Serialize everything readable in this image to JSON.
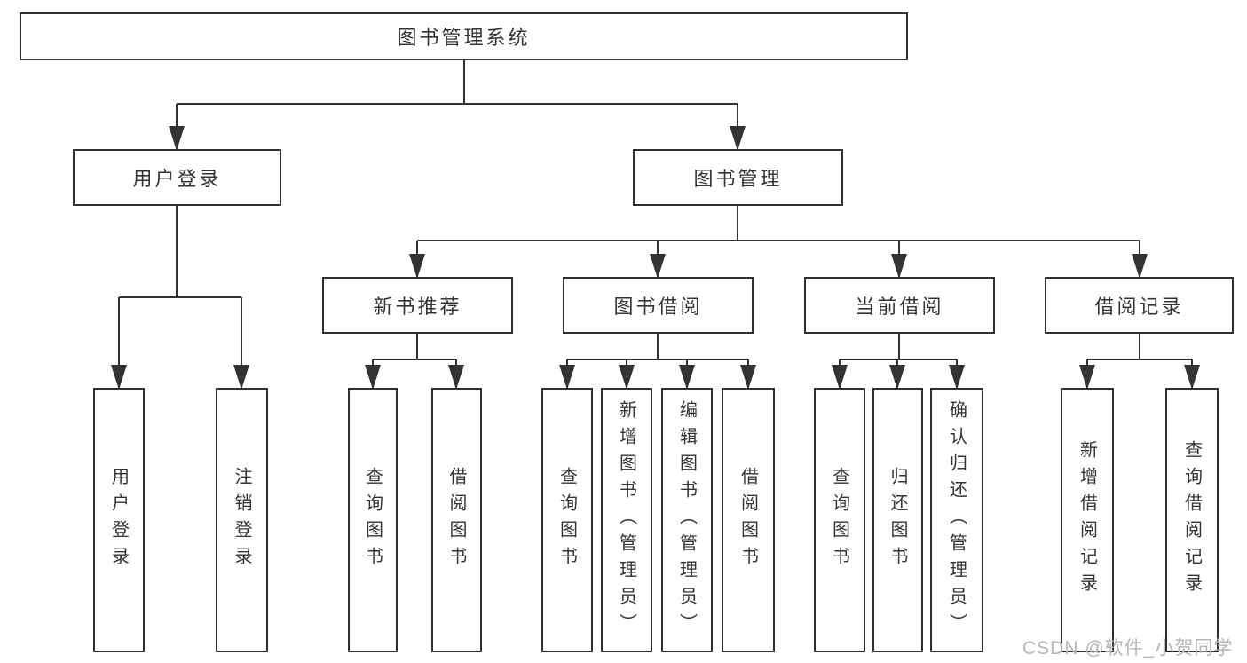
{
  "nodes": {
    "root": {
      "label": "图书管理系统"
    },
    "user_login": {
      "label": "用户登录"
    },
    "book_management": {
      "label": "图书管理"
    },
    "new_book_recommendation": {
      "label": "新书推荐"
    },
    "book_borrowing": {
      "label": "图书借阅"
    },
    "current_borrowing": {
      "label": "当前借阅"
    },
    "borrowing_records": {
      "label": "借阅记录"
    },
    "user_login_leaf": {
      "label": "用户登录"
    },
    "logout_leaf": {
      "label": "注销登录"
    },
    "query_books_recommend": {
      "label": "查询图书"
    },
    "borrow_books_recommend": {
      "label": "借阅图书"
    },
    "query_books_borrowing": {
      "label": "查询图书"
    },
    "add_books_admin": {
      "label": "新增图书（管理员）"
    },
    "edit_books_admin": {
      "label": "编辑图书（管理员）"
    },
    "borrow_books_borrowing": {
      "label": "借阅图书"
    },
    "query_books_current": {
      "label": "查询图书"
    },
    "return_books": {
      "label": "归还图书"
    },
    "confirm_return_admin": {
      "label": "确认归还（管理员）"
    },
    "add_borrowing_record": {
      "label": "新增借阅记录"
    },
    "query_borrowing_record": {
      "label": "查询借阅记录"
    }
  },
  "watermark": {
    "text": "CSDN @软件_小贺同学"
  },
  "colors": {
    "line": "#333333",
    "box_border": "#2f2f2f",
    "text": "#333333",
    "watermark": "#b5b5b5",
    "background": "#ffffff"
  }
}
